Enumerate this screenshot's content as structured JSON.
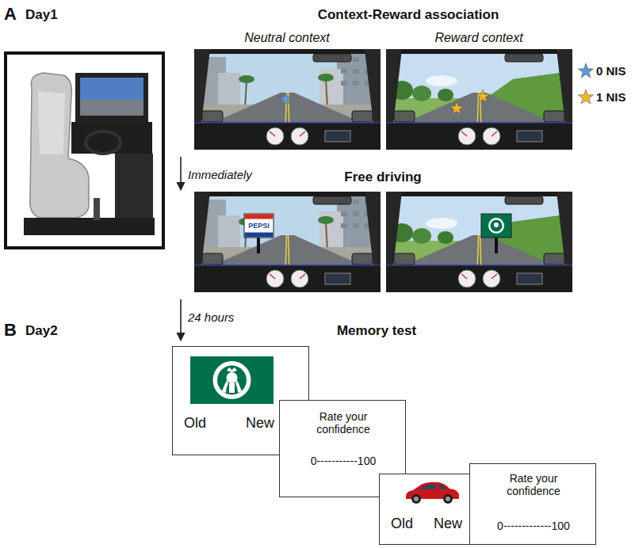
{
  "diagram": {
    "nodes": [
      {
        "text": [
          "Old",
          "New"
        ]
      },
      {
        "text": [
          "Rate your confidence",
          "0-----------100"
        ]
      },
      {
        "text": [
          "Old",
          "New"
        ]
      },
      {
        "text": [
          "Rate your confidence",
          "0-------------100"
        ]
      }
    ],
    "labels": [
      "A",
      "Day1",
      "Context-Reward association",
      "Neutral context",
      "Reward context",
      "Immediately",
      "Free driving",
      "PEPSI",
      "24 hours",
      "B",
      "Day2",
      "Memory test"
    ],
    "legend": [
      {
        "text": "0 NIS"
      },
      {
        "text": "1 NIS"
      }
    ]
  }
}
